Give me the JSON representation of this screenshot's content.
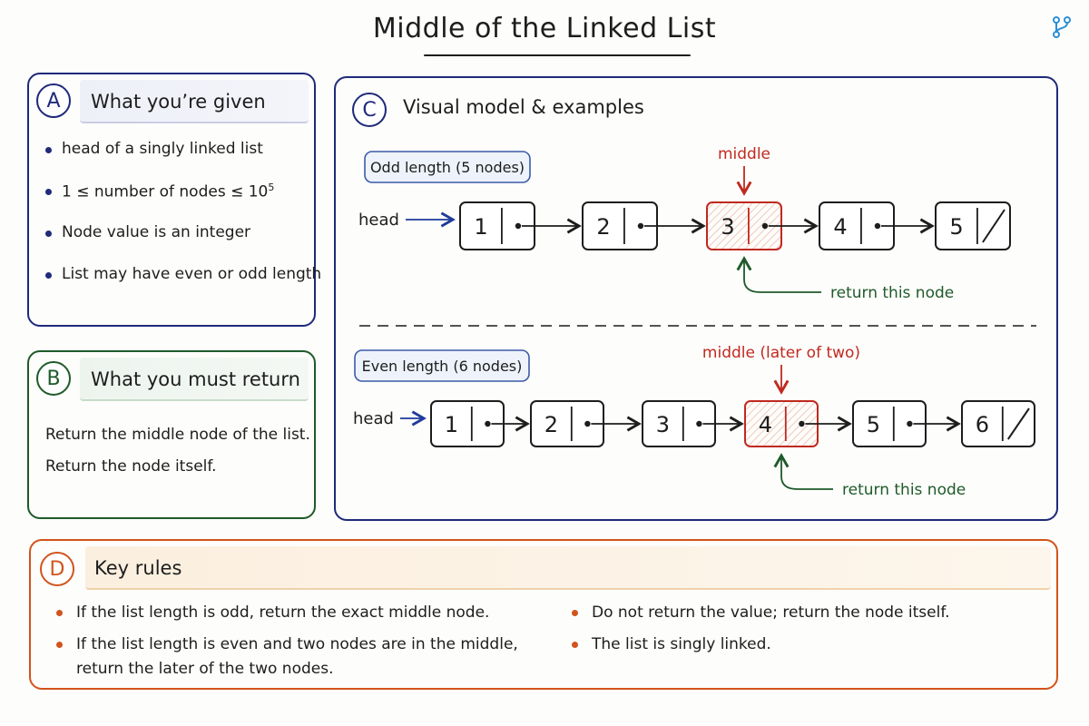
{
  "title": "Middle of the Linked List",
  "colors": {
    "navy": "#1f2a7a",
    "green": "#1f5a2a",
    "orange": "#d2541c",
    "red": "#c0291f",
    "blue_arrow": "#1f3a9a"
  },
  "brand_icon": "git-branch-icon",
  "panel_a": {
    "badge": "A",
    "heading": "What you’re given",
    "bullets": [
      "head of a singly linked list",
      "1 ≤ number of nodes ≤ 10",
      "Node value is an integer",
      "List may have even or odd length"
    ],
    "exponent": "5"
  },
  "panel_b": {
    "badge": "B",
    "heading": "What you must return",
    "lines": [
      "Return the middle node of the list.",
      "Return the node itself."
    ]
  },
  "panel_c": {
    "badge": "C",
    "heading": "Visual model & examples",
    "odd": {
      "label": "Odd length (5 nodes)",
      "head_label": "head",
      "middle_label": "middle",
      "return_label": "return this node",
      "nodes": [
        "1",
        "2",
        "3",
        "4",
        "5"
      ],
      "middle_index": 2
    },
    "even": {
      "label": "Even length (6 nodes)",
      "head_label": "head",
      "middle_label": "middle (later of two)",
      "return_label": "return this node",
      "nodes": [
        "1",
        "2",
        "3",
        "4",
        "5",
        "6"
      ],
      "middle_index": 3
    }
  },
  "panel_d": {
    "badge": "D",
    "heading": "Key rules",
    "left": [
      "If the list length is odd, return the exact middle node.",
      "If the list length is even and two nodes are in the middle, return the later of the two nodes."
    ],
    "right": [
      "Do not return the value; return the node itself.",
      "The list is singly linked."
    ]
  }
}
